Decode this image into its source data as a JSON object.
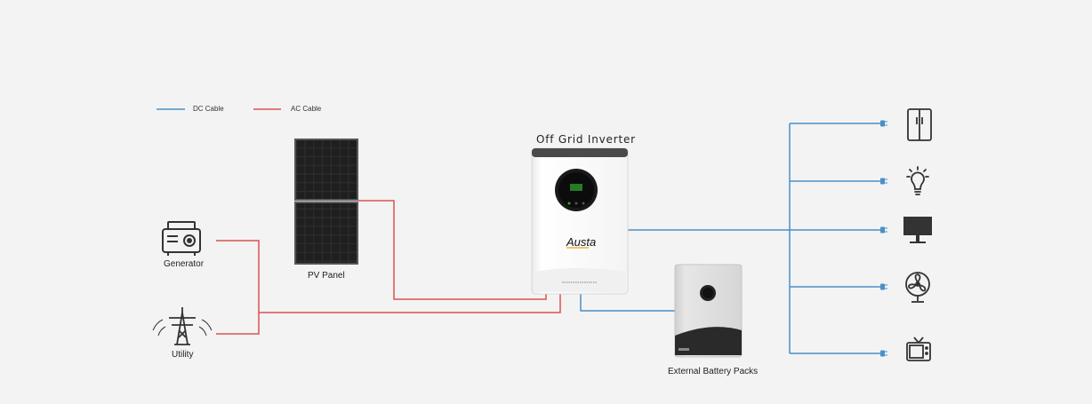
{
  "legend": {
    "dc_label": "DC Cable",
    "ac_label": "AC Cable",
    "dc_color": "#4a90c8",
    "ac_color": "#d9534f"
  },
  "components": {
    "inverter_title": "Off Grid Inverter",
    "inverter_brand": "Austa",
    "pv_panel": "PV Panel",
    "generator": "Generator",
    "utility": "Utility",
    "battery": "External Battery Packs"
  },
  "loads": [
    {
      "icon": "refrigerator-icon"
    },
    {
      "icon": "light-bulb-icon"
    },
    {
      "icon": "monitor-icon"
    },
    {
      "icon": "fan-icon"
    },
    {
      "icon": "tv-icon"
    }
  ]
}
